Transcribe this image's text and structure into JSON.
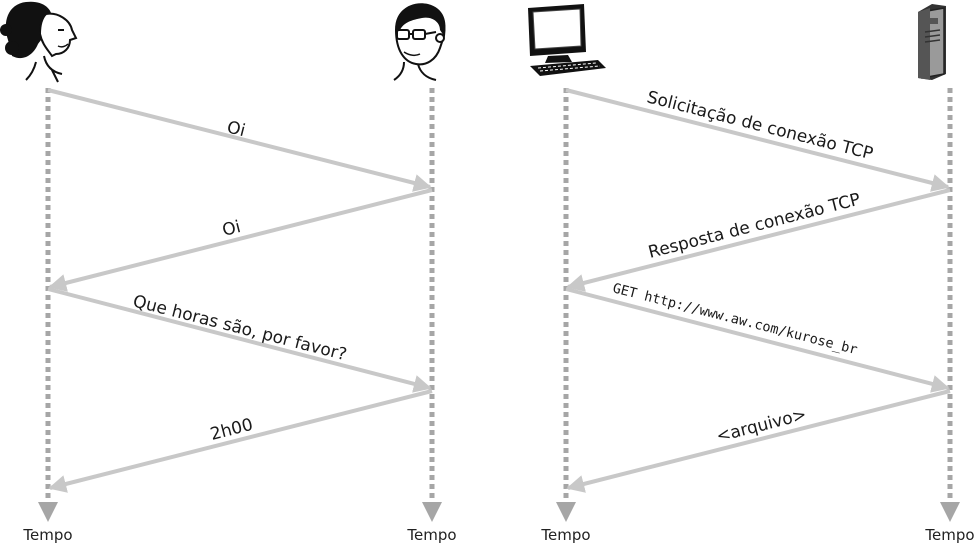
{
  "left": {
    "messages": [
      "Oi",
      "Oi",
      "Que horas são, por favor?",
      "2h00"
    ],
    "time_labels": [
      "Tempo",
      "Tempo"
    ]
  },
  "right": {
    "messages": [
      "Solicitação de conexão TCP",
      "Resposta de conexão TCP",
      "GET http://www.aw.com/kurose_br",
      "<arquivo>"
    ],
    "time_labels": [
      "Tempo",
      "Tempo"
    ]
  },
  "colors": {
    "arrow": "#c8c8c8",
    "timeline": "#a6a6a6",
    "text": "#1a1a1a"
  },
  "icons": [
    "woman-icon",
    "man-with-glasses-icon",
    "computer-icon",
    "server-icon"
  ]
}
